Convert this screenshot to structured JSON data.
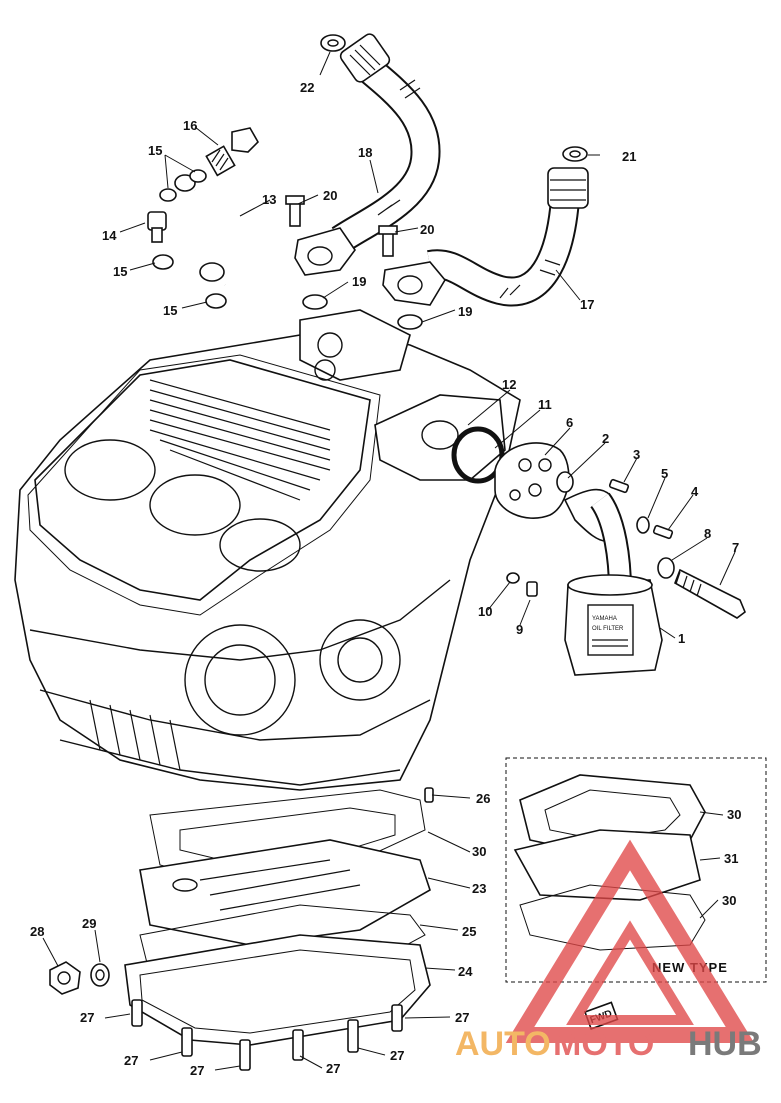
{
  "diagram": {
    "callouts": {
      "n1": "1",
      "n2": "2",
      "n3": "3",
      "n4": "4",
      "n5": "5",
      "n6": "6",
      "n7": "7",
      "n8": "8",
      "n9": "9",
      "n10": "10",
      "n11": "11",
      "n12": "12",
      "n13": "13",
      "n14": "14",
      "n15a": "15",
      "n15b": "15",
      "n15c": "15",
      "n16": "16",
      "n17": "17",
      "n18": "18",
      "n19a": "19",
      "n19b": "19",
      "n20a": "20",
      "n20b": "20",
      "n21": "21",
      "n22": "22",
      "n23": "23",
      "n24": "24",
      "n25": "25",
      "n26": "26",
      "n27a": "27",
      "n27b": "27",
      "n27c": "27",
      "n27d": "27",
      "n27e": "27",
      "n27f": "27",
      "n28": "28",
      "n29": "29",
      "n30a": "30",
      "n30b": "30",
      "n30c": "30",
      "n31": "31"
    },
    "inset_label": "NEW TYPE",
    "filter_label_lines": [
      "YAMAHA",
      "OIL FILTER"
    ],
    "badge_text": "FWD"
  },
  "watermark": {
    "brand_part1": "AUTO",
    "brand_part2": "MOTO",
    "brand_part3": "HUB",
    "colors": {
      "triangle": "#e04848",
      "auto": "#f0a43a",
      "moto": "#e04848",
      "hub": "#555555"
    }
  }
}
